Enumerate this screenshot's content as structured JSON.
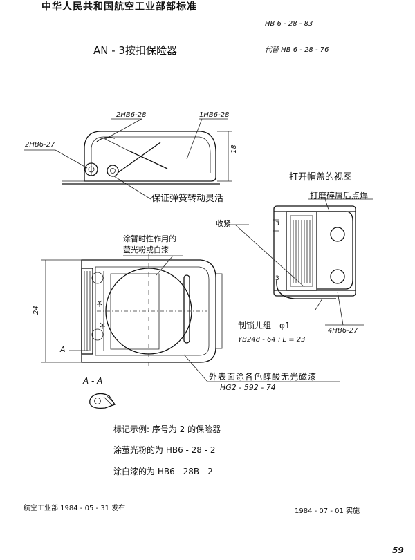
{
  "header": {
    "org_title": "中华人民共和国航空工业部部标准",
    "standard_no": "HB 6 - 28 - 83",
    "doc_title": "AN - 3按扣保险器",
    "replaces": "代替 HB 6 - 28 - 76"
  },
  "drawing": {
    "top_view": {
      "callout_a": "2HB6-28",
      "callout_b": "1HB6-28",
      "callout_c": "2HB6-27",
      "dimension": "18",
      "note": "保证弹簧转动灵活"
    },
    "open_view": {
      "title": "打开帽盖的视图",
      "note_weld": "打磨碎屑后点焊",
      "label_tighten": "收紧",
      "dim_a": "3",
      "dim_b": "3",
      "wire_label": "制锁ㄦ组 - φ1",
      "wire_spec": "YB248 - 64 ; L = 23",
      "callout_d": "4HB6-27"
    },
    "front_view": {
      "coating_note_line1": "涂暂时性作用的",
      "coating_note_line2": "萤光粉或白漆",
      "dimension": "24",
      "section_mark": "A",
      "paint_note": "外表面涂各色醇酸无光磁漆",
      "paint_spec": "HG2 - 592 - 74"
    },
    "section": {
      "label": "A - A"
    }
  },
  "notes": {
    "line1": "标记示例: 序号为 2 的保险器",
    "line2": "涂萤光粉的为 HB6 - 28 - 2",
    "line3": "涂白漆的为    HB6 - 28B - 2"
  },
  "footer": {
    "issued": "航空工业部 1984 - 05 - 31 发布",
    "effective": "1984 - 07 - 01 实施",
    "page_number": "59"
  }
}
